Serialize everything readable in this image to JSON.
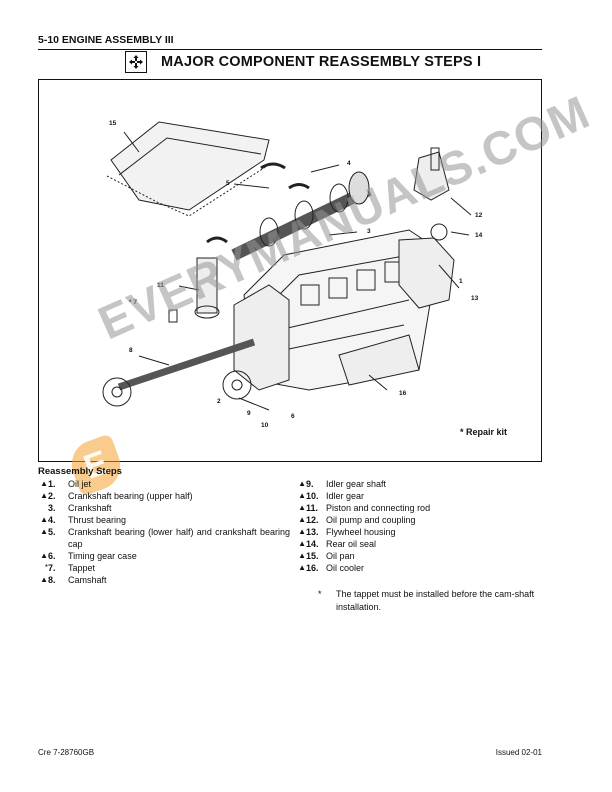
{
  "header": {
    "section": "5-10 ENGINE ASSEMBLY III"
  },
  "title": {
    "text": "MAJOR COMPONENT REASSEMBLY STEPS I",
    "icon": "assembly-arrows-icon"
  },
  "figure": {
    "callouts": [
      "15",
      "4",
      "5",
      "3",
      "12",
      "14",
      "11",
      "1",
      "* 7",
      "13",
      "8",
      "2",
      "6",
      "16",
      "9",
      "10"
    ],
    "repair_kit": "* Repair kit"
  },
  "steps": {
    "heading": "Reassembly Steps",
    "left": [
      {
        "mark": "▲",
        "num": "1.",
        "text": "Oil jet"
      },
      {
        "mark": "▲",
        "num": "2.",
        "text": "Crankshaft bearing (upper half)"
      },
      {
        "mark": "",
        "num": "3.",
        "text": "Crankshaft"
      },
      {
        "mark": "▲",
        "num": "4.",
        "text": "Thrust bearing"
      },
      {
        "mark": "▲",
        "num": "5.",
        "text": "Crankshaft bearing (lower half) and crankshaft bearing cap"
      },
      {
        "mark": "▲",
        "num": "6.",
        "text": "Timing gear case"
      },
      {
        "mark": "*",
        "num": "7.",
        "text": "Tappet"
      },
      {
        "mark": "▲",
        "num": "8.",
        "text": "Camshaft"
      }
    ],
    "right": [
      {
        "mark": "▲",
        "num": "9.",
        "text": "Idler gear shaft"
      },
      {
        "mark": "▲",
        "num": "10.",
        "text": "Idler gear"
      },
      {
        "mark": "▲",
        "num": "11.",
        "text": "Piston and connecting rod"
      },
      {
        "mark": "▲",
        "num": "12.",
        "text": "Oil pump and coupling"
      },
      {
        "mark": "▲",
        "num": "13.",
        "text": "Flywheel housing"
      },
      {
        "mark": "▲",
        "num": "14.",
        "text": "Rear oil seal"
      },
      {
        "mark": "▲",
        "num": "15.",
        "text": "Oil pan"
      },
      {
        "mark": "▲",
        "num": "16.",
        "text": "Oil cooler"
      }
    ]
  },
  "note": {
    "mark": "*",
    "text": "The tappet must be installed before the cam-shaft installation."
  },
  "watermark": {
    "text": "EVERYMANUALS.COM",
    "logo": "E"
  },
  "footer": {
    "left": "Cre 7-28760GB",
    "right": "Issued 02-01"
  }
}
